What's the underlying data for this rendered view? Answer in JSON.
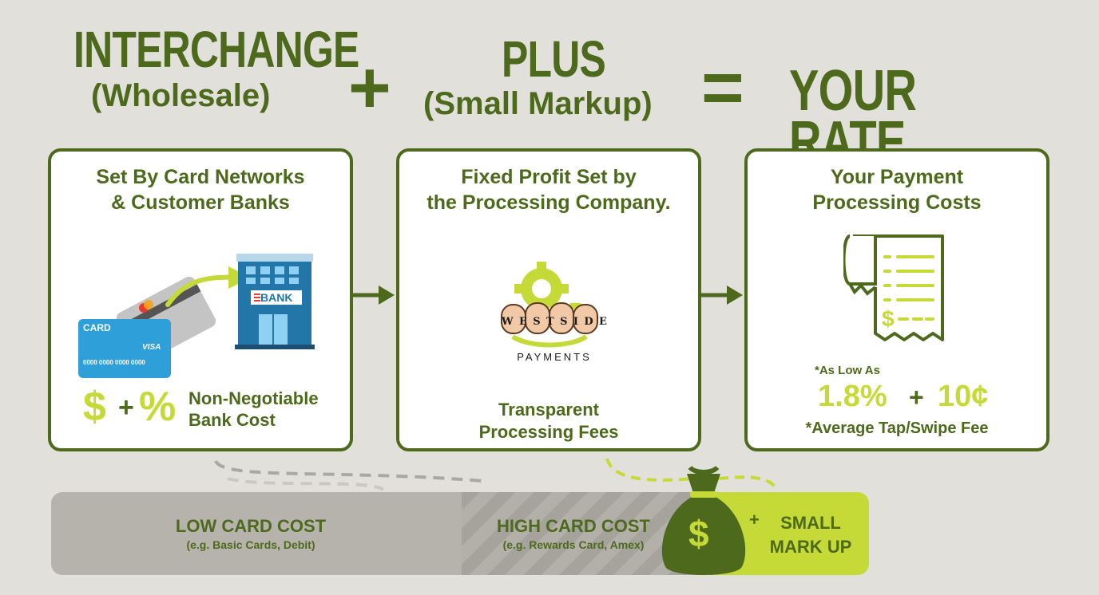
{
  "header": {
    "interchange": "INTERCHANGE",
    "interchange_sub": "(Wholesale)",
    "plus_sign": "+",
    "plus": "PLUS",
    "plus_sub": "(Small Markup)",
    "equals_sign": "=",
    "your_rate": "YOUR RATE"
  },
  "cards": {
    "networks": {
      "title_line1": "Set By Card Networks",
      "title_line2": "& Customer Banks",
      "card_label": "CARD",
      "card_brand": "VISA",
      "card_number": "0000 0000 0000 0000",
      "bank_label": "BANK",
      "dollar": "$",
      "plus": "+",
      "percent": "%",
      "cost_line1": "Non-Negotiable",
      "cost_line2": "Bank Cost"
    },
    "processor": {
      "title_line1": "Fixed Profit Set by",
      "title_line2": "the Processing Company.",
      "logo_letters": [
        "W",
        "E",
        "S",
        "T",
        "S",
        "I",
        "D",
        "E"
      ],
      "logo_word": "PAYMENTS",
      "fees_line1": "Transparent",
      "fees_line2": "Processing Fees"
    },
    "rate": {
      "title_line1": "Your Payment",
      "title_line2": "Processing Costs",
      "receipt_dollar": "$",
      "as_low_as": "*As Low As",
      "percent": "1.8%",
      "plus": "+",
      "cents": "10¢",
      "footnote": "*Average Tap/Swipe Fee"
    }
  },
  "bar": {
    "low_title": "LOW CARD COST",
    "low_sub": "(e.g. Basic Cards, Debit)",
    "high_title": "HIGH CARD COST",
    "high_sub": "(e.g. Rewards Card, Amex)",
    "bag_dollar": "$",
    "markup_plus": "+",
    "markup_line1": "SMALL",
    "markup_line2": "MARK UP"
  },
  "colors": {
    "dark_green": "#4d6a1c",
    "lime": "#c5da36",
    "background": "#e2e0db",
    "card_blue": "#2e9fd8",
    "bank_blue": "#2277a8"
  }
}
